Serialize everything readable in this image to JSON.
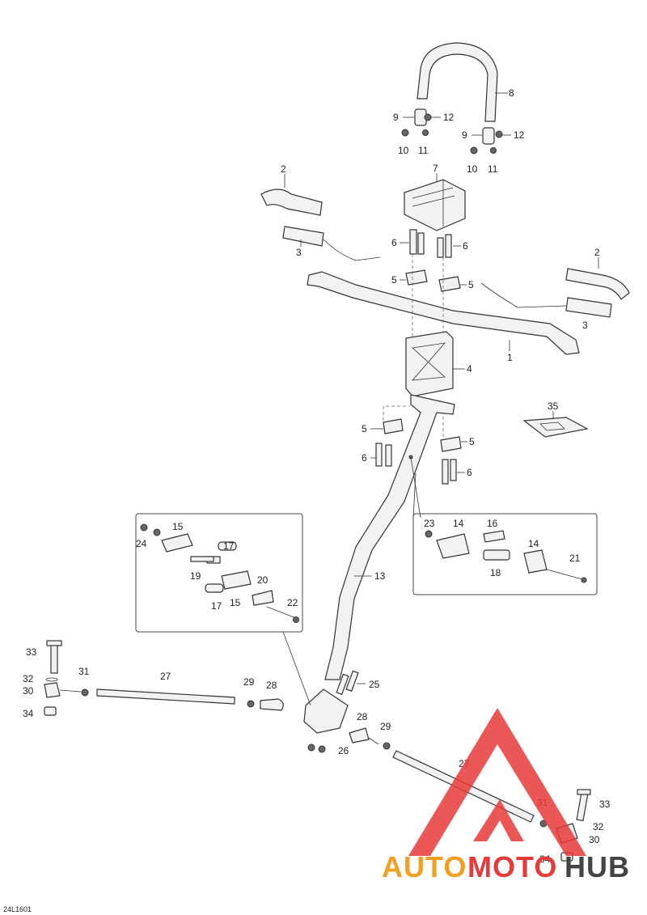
{
  "diagram": {
    "code": "24L1601",
    "labels": [
      {
        "t": "8"
      },
      {
        "t": "9"
      },
      {
        "t": "12"
      },
      {
        "t": "10"
      },
      {
        "t": "11"
      },
      {
        "t": "9"
      },
      {
        "t": "12"
      },
      {
        "t": "10"
      },
      {
        "t": "11"
      },
      {
        "t": "2"
      },
      {
        "t": "7"
      },
      {
        "t": "3"
      },
      {
        "t": "6"
      },
      {
        "t": "6"
      },
      {
        "t": "5"
      },
      {
        "t": "5"
      },
      {
        "t": "2"
      },
      {
        "t": "1"
      },
      {
        "t": "3"
      },
      {
        "t": "4"
      },
      {
        "t": "35"
      },
      {
        "t": "5"
      },
      {
        "t": "5"
      },
      {
        "t": "6"
      },
      {
        "t": "6"
      },
      {
        "t": "15"
      },
      {
        "t": "24"
      },
      {
        "t": "17"
      },
      {
        "t": "19"
      },
      {
        "t": "20"
      },
      {
        "t": "17"
      },
      {
        "t": "15"
      },
      {
        "t": "22"
      },
      {
        "t": "23"
      },
      {
        "t": "14"
      },
      {
        "t": "16"
      },
      {
        "t": "14"
      },
      {
        "t": "21"
      },
      {
        "t": "18"
      },
      {
        "t": "13"
      },
      {
        "t": "33"
      },
      {
        "t": "32"
      },
      {
        "t": "31"
      },
      {
        "t": "27"
      },
      {
        "t": "30"
      },
      {
        "t": "34"
      },
      {
        "t": "29"
      },
      {
        "t": "28"
      },
      {
        "t": "25"
      },
      {
        "t": "28"
      },
      {
        "t": "29"
      },
      {
        "t": "26"
      },
      {
        "t": "27"
      },
      {
        "t": "31"
      },
      {
        "t": "33"
      },
      {
        "t": "32"
      },
      {
        "t": "30"
      },
      {
        "t": "34"
      }
    ]
  },
  "watermark": {
    "part1": "AUTO",
    "part2": "MOTO",
    "part3": "HUB",
    "color_orange": "#f0a020",
    "color_red": "#e83a3a",
    "color_dark": "#444444"
  }
}
